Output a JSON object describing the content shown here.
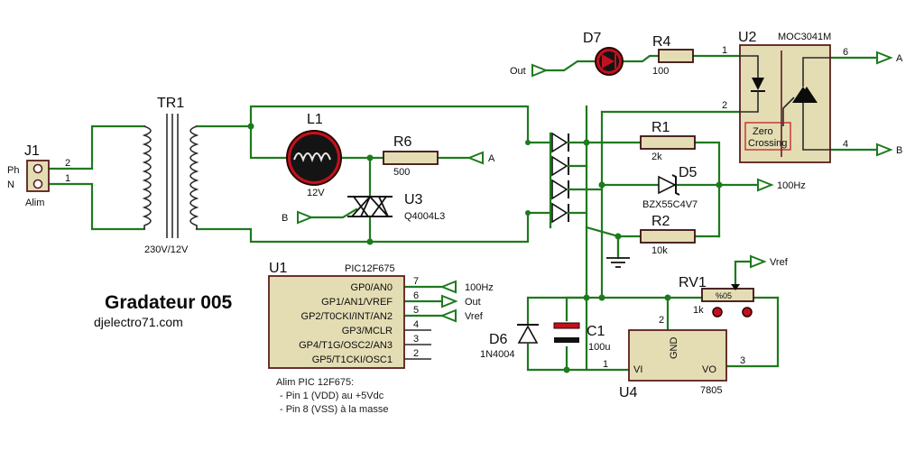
{
  "title": "Gradateur 005",
  "website": "djelectro71.com",
  "components": {
    "J1": {
      "ref": "J1",
      "pin_ph": "Ph",
      "pin_n": "N",
      "value": "Alim",
      "pin2": "2",
      "pin1": "1"
    },
    "TR1": {
      "ref": "TR1",
      "value": "230V/12V"
    },
    "L1": {
      "ref": "L1",
      "value": "12V"
    },
    "R6": {
      "ref": "R6",
      "value": "500"
    },
    "U3": {
      "ref": "U3",
      "value": "Q4004L3"
    },
    "D7": {
      "ref": "D7"
    },
    "R4": {
      "ref": "R4",
      "value": "100"
    },
    "U2": {
      "ref": "U2",
      "value": "MOC3041M",
      "zc1": "Zero",
      "zc2": "Crossing",
      "pin1": "1",
      "pin2": "2",
      "pin4": "4",
      "pin6": "6"
    },
    "R1": {
      "ref": "R1",
      "value": "2k"
    },
    "D5": {
      "ref": "D5",
      "value": "BZX55C4V7"
    },
    "R2": {
      "ref": "R2",
      "value": "10k"
    },
    "U1": {
      "ref": "U1",
      "value": "PIC12F675",
      "pins": [
        {
          "label": "GP0/AN0",
          "num": "7"
        },
        {
          "label": "GP1/AN1/VREF",
          "num": "6"
        },
        {
          "label": "GP2/T0CKI/INT/AN2",
          "num": "5"
        },
        {
          "label": "GP3/MCLR",
          "num": "4"
        },
        {
          "label": "GP4/T1G/OSC2/AN3",
          "num": "3"
        },
        {
          "label": "GP5/T1CKI/OSC1",
          "num": "2"
        }
      ]
    },
    "RV1": {
      "ref": "RV1",
      "value": "1k",
      "setting": "%05"
    },
    "C1": {
      "ref": "C1",
      "value": "100u"
    },
    "D6": {
      "ref": "D6",
      "value": "1N4004"
    },
    "U4": {
      "ref": "U4",
      "value": "7805",
      "pin_vi": "VI",
      "pin_vo": "VO",
      "pin_gnd": "GND",
      "pin1": "1",
      "pin2": "2",
      "pin3": "3"
    }
  },
  "terminals": {
    "out_in": "Out",
    "a_r6": "A",
    "b_u3": "B",
    "a_u2": "A",
    "b_u2": "B",
    "hz_d5": "100Hz",
    "vref_rv1": "Vref",
    "hz_u1": "100Hz",
    "out_u1": "Out",
    "vref_u1": "Vref"
  },
  "notes": {
    "line1": "Alim PIC 12F675:",
    "line2": "- Pin 1 (VDD) au +5Vdc",
    "line3": "- Pin 8 (VSS) à la masse"
  },
  "colors": {
    "wire": "#1e7a1e",
    "body": "#e4ddb4",
    "outline": "#5a1d1d"
  }
}
